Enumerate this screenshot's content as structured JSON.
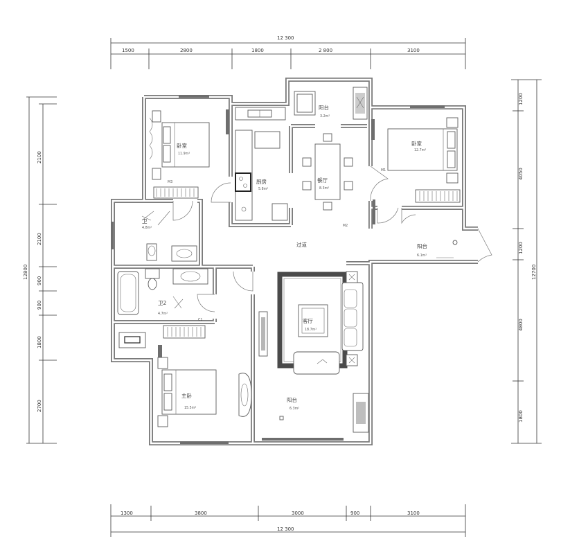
{
  "dimensions": {
    "top_total": "12 300",
    "top_segments": [
      "1500",
      "2800",
      "1800",
      "2 800",
      "3100"
    ],
    "bottom_total": "12 300",
    "bottom_segments": [
      "1300",
      "3800",
      "3000",
      "900",
      "3100"
    ],
    "left_total": "12800",
    "left_segments": [
      "2100",
      "2100",
      "900",
      "900",
      "1800",
      "2700"
    ],
    "right_total": "12700",
    "right_segments": [
      "1200",
      "4050",
      "1200",
      "4800",
      "1800"
    ]
  },
  "rooms": [
    {
      "name": "卧室",
      "area": "11.9m²"
    },
    {
      "name": "厨房",
      "area": "5.8m²"
    },
    {
      "name": "餐厅",
      "area": "8.3m²"
    },
    {
      "name": "阳台",
      "area": "3.2m²"
    },
    {
      "name": "卧室",
      "area": "12.7m²"
    },
    {
      "name": "阳台",
      "area": "6.1m²"
    },
    {
      "name": "卫",
      "area": "4.8m²"
    },
    {
      "name": "过道",
      "area": ""
    },
    {
      "name": "卫2",
      "area": "4.7m²"
    },
    {
      "name": "主卧",
      "area": "15.5m²"
    },
    {
      "name": "客厅",
      "area": "18.7m²"
    },
    {
      "name": "阳台",
      "area": "6.3m²"
    }
  ],
  "door_tags": [
    "M1",
    "M2",
    "M3",
    "C1"
  ],
  "colors": {
    "wall": "#7a7a7a",
    "line": "#5a5a5a",
    "window": "#6e6e6e",
    "background": "#ffffff"
  }
}
